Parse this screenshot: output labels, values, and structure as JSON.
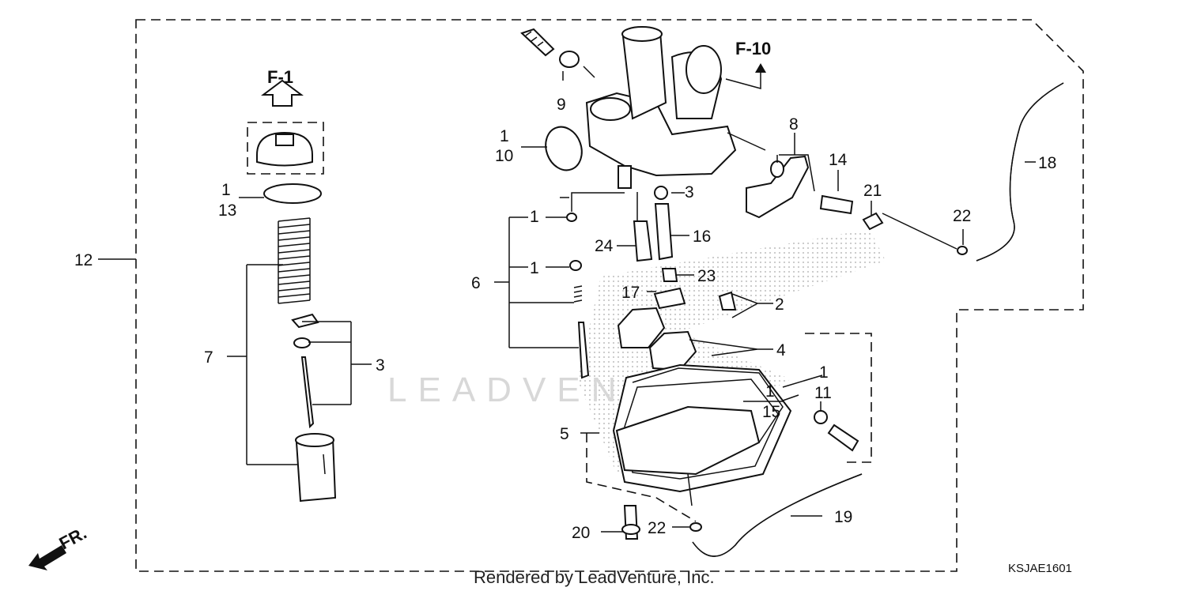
{
  "diagram": {
    "watermark": "LEADVENTURE",
    "footer": "Rendered by LeadVenture, Inc.",
    "code": "KSJAE1601",
    "direction_label": "FR.",
    "refs": [
      "F-1",
      "F-10"
    ],
    "labels": [
      "1",
      "10",
      "9",
      "8",
      "3",
      "14",
      "21",
      "18",
      "13",
      "1",
      "22",
      "12",
      "16",
      "24",
      "1",
      "23",
      "17",
      "2",
      "6",
      "1",
      "7",
      "4",
      "3",
      "1",
      "1",
      "11",
      "15",
      "5",
      "19",
      "20",
      "22"
    ]
  }
}
